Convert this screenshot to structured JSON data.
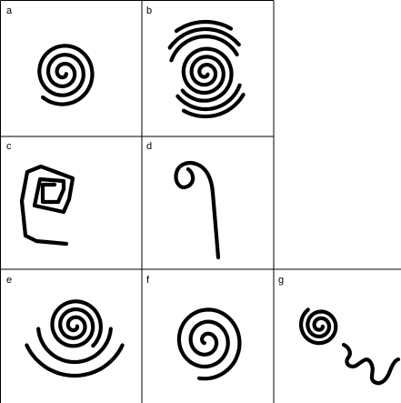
{
  "panels": [
    {
      "id": "a",
      "label": "a"
    },
    {
      "id": "b",
      "label": "b"
    },
    {
      "id": "c",
      "label": "c"
    },
    {
      "id": "d",
      "label": "d"
    },
    {
      "id": "e",
      "label": "e"
    },
    {
      "id": "f",
      "label": "f"
    },
    {
      "id": "g",
      "label": "g"
    }
  ]
}
